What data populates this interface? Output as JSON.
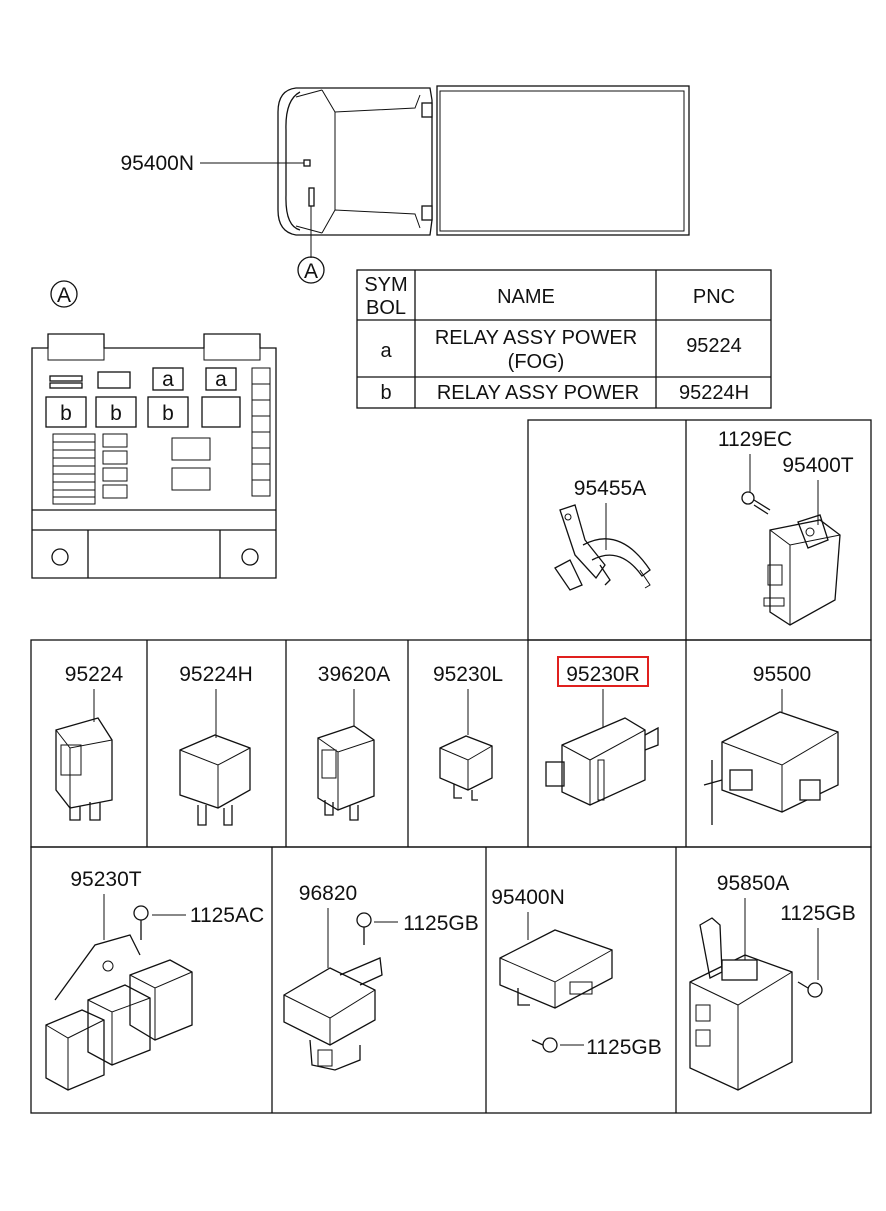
{
  "vehicle": {
    "callout": "95400N",
    "location_marker": "A"
  },
  "fuse_box": {
    "marker": "A",
    "relay_a": "a",
    "relay_b": "b"
  },
  "table": {
    "headers": {
      "sym": "SYM\nBOL",
      "sym_line1": "SYM",
      "sym_line2": "BOL",
      "name": "NAME",
      "pnc": "PNC"
    },
    "rows": [
      {
        "sym": "a",
        "name_line1": "RELAY ASSY POWER",
        "name_line2": "(FOG)",
        "pnc": "95224"
      },
      {
        "sym": "b",
        "name_line1": "RELAY ASSY POWER",
        "name_line2": "",
        "pnc": "95224H"
      }
    ]
  },
  "parts": {
    "p95455A": "95455A",
    "p1129EC": "1129EC",
    "p95400T": "95400T",
    "p95224": "95224",
    "p95224H": "95224H",
    "p39620A": "39620A",
    "p95230L": "95230L",
    "p95230R": "95230R",
    "p95500": "95500",
    "p95230T": "95230T",
    "p1125AC": "1125AC",
    "p96820": "96820",
    "p1125GB_a": "1125GB",
    "p95400N": "95400N",
    "p1125GB_b": "1125GB",
    "p95850A": "95850A",
    "p1125GB_c": "1125GB"
  },
  "colors": {
    "line": "#111111",
    "highlight": "#e0201e",
    "background": "#ffffff"
  }
}
